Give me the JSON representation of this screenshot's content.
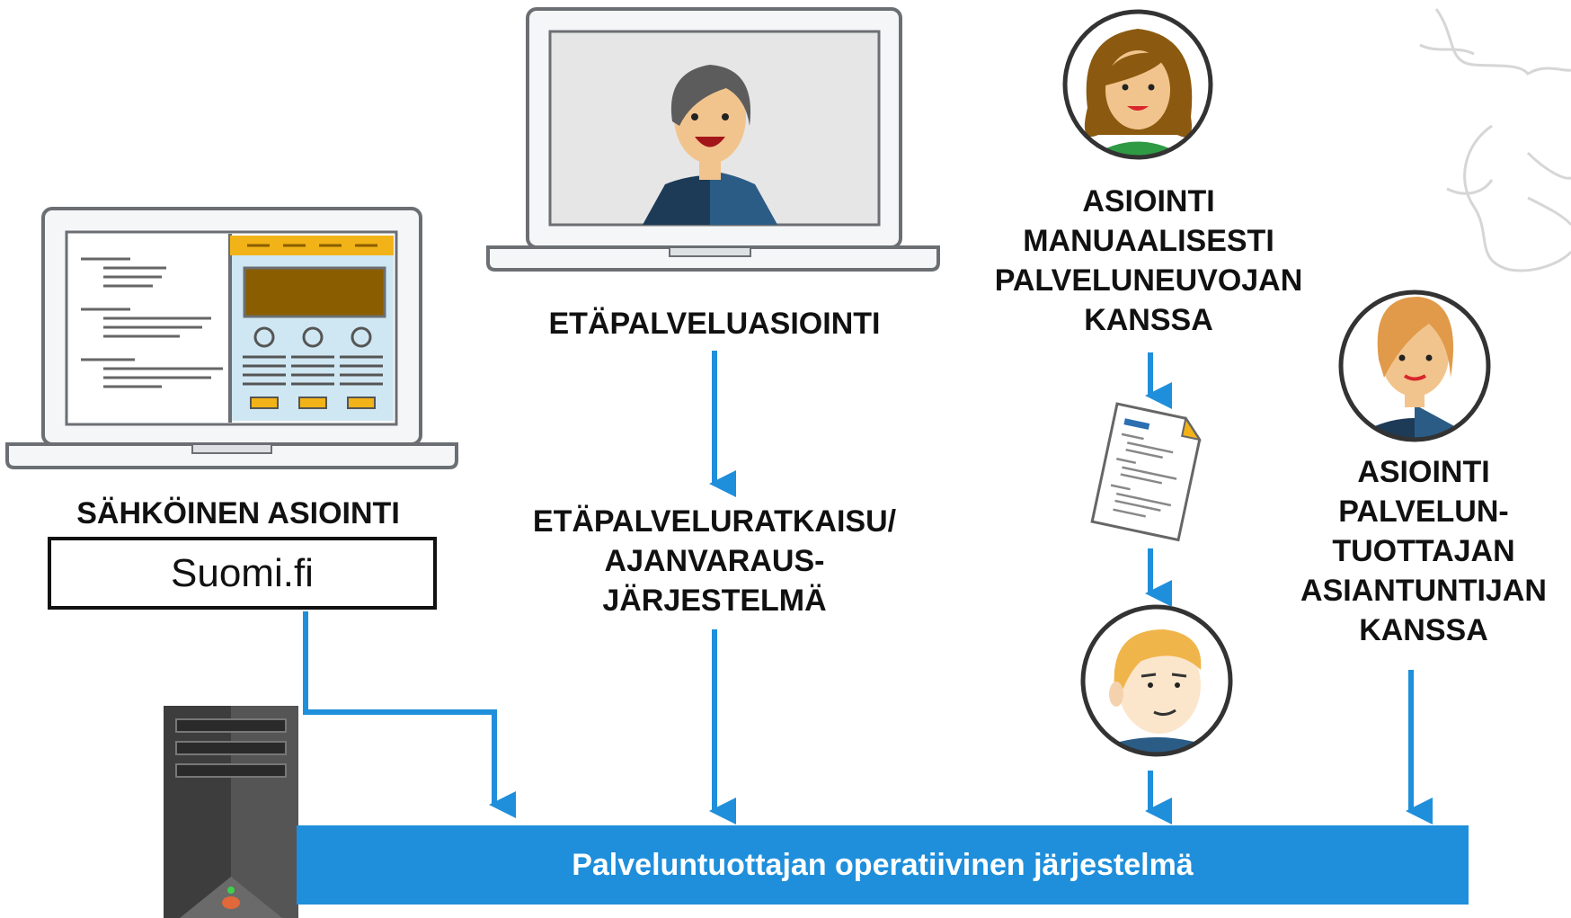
{
  "channels": {
    "electronic": {
      "title": "SÄHKÖINEN ASIOINTI",
      "portal": "Suomi.fi"
    },
    "remote": {
      "title": "ETÄPALVELUASIOINTI",
      "system_lines": [
        "ETÄPALVELURATKAISU/",
        "AJANVARAUS-",
        "JÄRJESTELMÄ"
      ]
    },
    "manual": {
      "lines": [
        "ASIOINTI",
        "MANUAALISESTI",
        "PALVELUNEUVOJAN",
        "KANSSA"
      ]
    },
    "expert": {
      "lines": [
        "ASIOINTI",
        "PALVELUN-",
        "TUOTTAJAN",
        "ASIANTUNTIJAN",
        "KANSSA"
      ]
    }
  },
  "operative_system": {
    "label": "Palveluntuottajan operatiivinen järjestelmä"
  },
  "colors": {
    "arrow": "#1f8fdb",
    "bar": "#1f8fdb",
    "form_header": "#f2b318",
    "screen_panel": "#cfe7f2",
    "display": "#8a5d00"
  },
  "icons": [
    "laptop-form-icon",
    "laptop-video-icon",
    "advisor-woman-avatar",
    "expert-woman-avatar",
    "document-icon",
    "handler-man-avatar",
    "server-tower-icon",
    "lion-crest-watermark"
  ]
}
